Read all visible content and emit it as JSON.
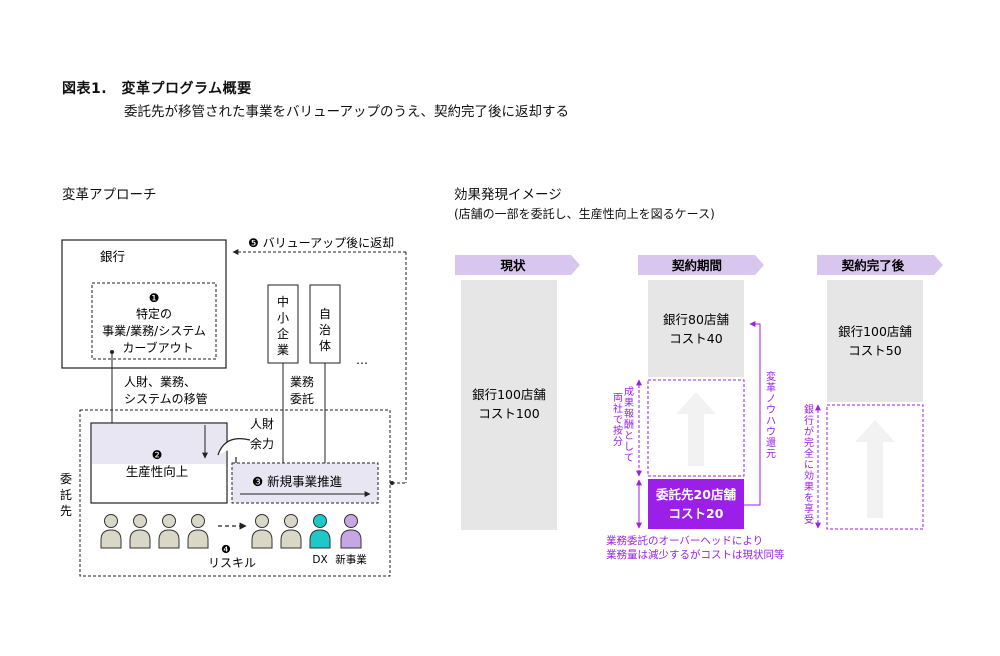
{
  "figure": {
    "title": "図表1.　変革プログラム概要",
    "subtitle": "委託先が移管された事業をバリューアップのうえ、契約完了後に返却する"
  },
  "left": {
    "heading": "変革アプローチ",
    "bank_label": "銀行",
    "carveout": {
      "num": "❶",
      "lines": [
        "特定の",
        "事業/業務/システム",
        "カーブアウト"
      ]
    },
    "transfer_lines": [
      "人財、業務、",
      "システムの移管"
    ],
    "sme_chars": [
      "中",
      "小",
      "企",
      "業"
    ],
    "gov_chars": [
      "自",
      "治",
      "体"
    ],
    "ellipsis": "…",
    "outsource_lines": [
      "業務",
      "委託"
    ],
    "return_label": "❺ バリューアップ後に返却",
    "contractor_chars": [
      "委",
      "託",
      "先"
    ],
    "productivity": {
      "num": "❷",
      "label": "生産性向上"
    },
    "surplus_lines": [
      "人財",
      "余力"
    ],
    "new_business": "❸ 新規事業推進",
    "reskill": {
      "num": "❹",
      "label": "リスキル"
    },
    "dx_label": "DX",
    "newbiz_person_label": "新事業",
    "colors": {
      "dx": "#1ec8c8",
      "newbiz": "#c7a6e6",
      "person": "#d9d8c7"
    }
  },
  "right": {
    "heading": "効果発現イメージ",
    "note": "(店舗の一部を委託し、生産性向上を図るケース)",
    "phases": [
      "現状",
      "契約期間",
      "契約完了後"
    ],
    "current": [
      "銀行100店舗",
      "コスト100"
    ],
    "contract_bank": [
      "銀行80店舗",
      "コスト40"
    ],
    "contract_vendor": [
      "委託先20店舗",
      "コスト20"
    ],
    "reward_chars": [
      "成",
      "果",
      "報",
      "酬",
      "と",
      "し",
      "て"
    ],
    "split_chars": [
      "両",
      "社",
      "で",
      "按",
      "分"
    ],
    "knowhow_chars": [
      "変",
      "革",
      "ノ",
      "ウ",
      "ハ",
      "ウ",
      "還",
      "元"
    ],
    "overhead_lines": [
      "業務委託のオーバーヘッドにより",
      "業務量は減少するがコストは現状同等"
    ],
    "after": [
      "銀行100店舗",
      "コスト50"
    ],
    "benefit_chars": [
      "銀",
      "行",
      "が",
      "完",
      "全",
      "に",
      "効",
      "果",
      "を",
      "享",
      "受"
    ],
    "colors": {
      "accent": "#9b1fe8",
      "chevron": "#d9c6ee",
      "panel": "#e6e6e6",
      "arrow": "#f2f2f2"
    }
  }
}
